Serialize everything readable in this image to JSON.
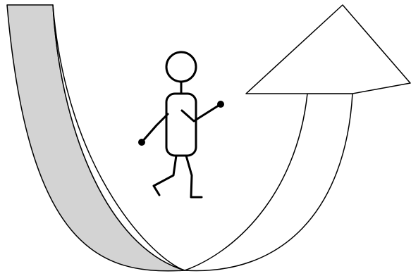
{
  "diagram": {
    "elements": [
      "curved-arrow",
      "stick-figure"
    ],
    "colors": {
      "background": "#ffffff",
      "stroke": "#000000",
      "arrow_back_band": "#d3d3d3",
      "arrow_front_band": "#ffffff",
      "figure_fill": "#ffffff"
    },
    "figure_pose": "walking"
  }
}
